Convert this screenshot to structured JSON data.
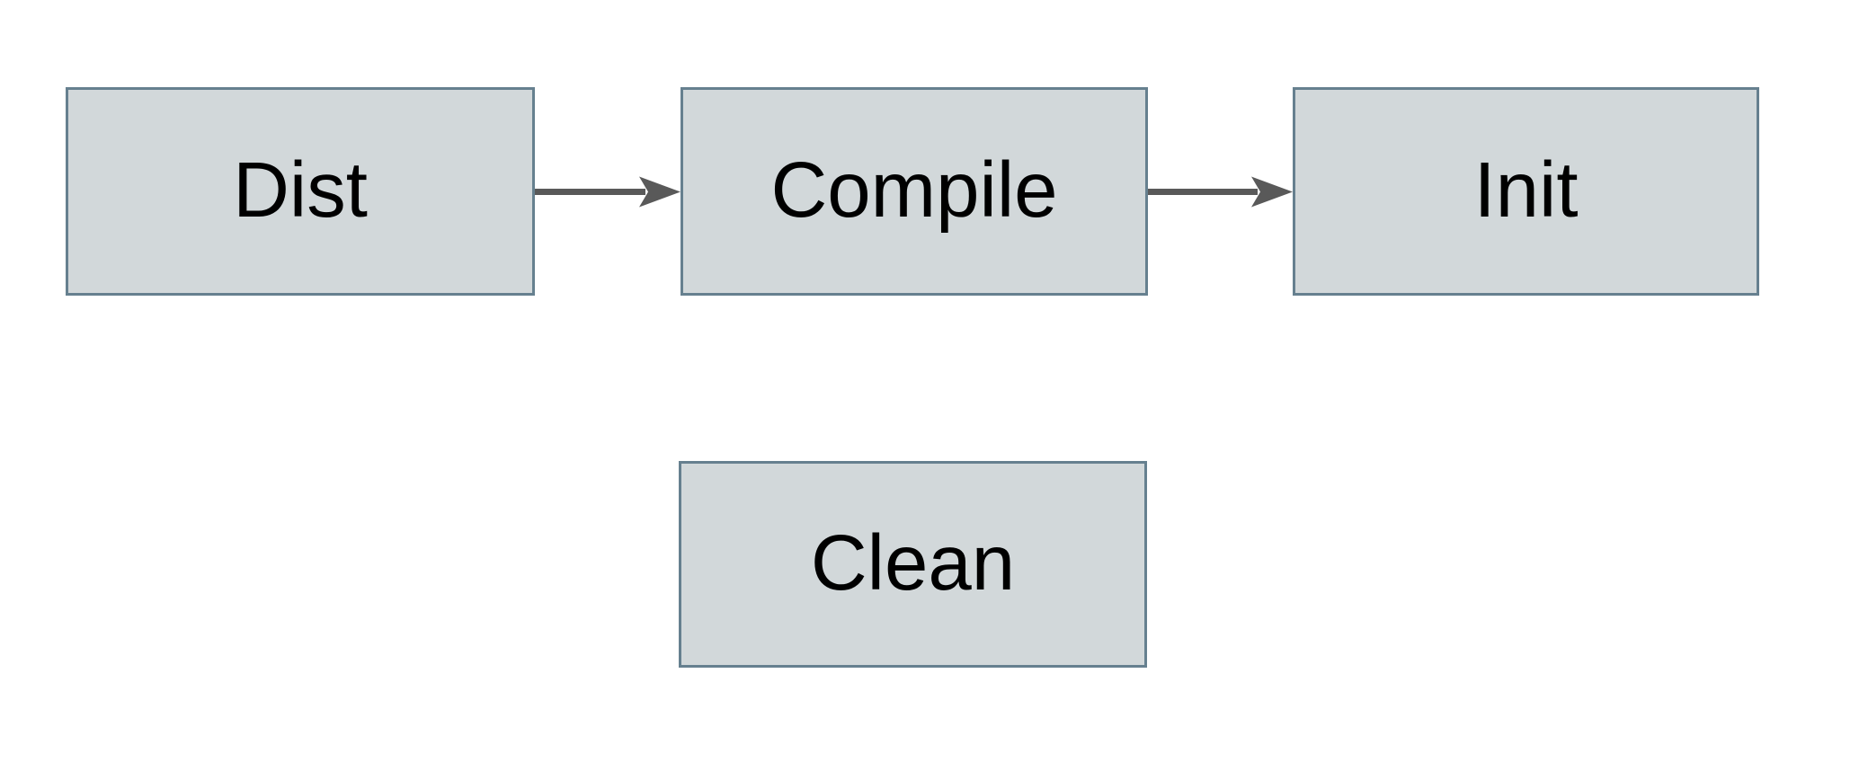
{
  "diagram": {
    "type": "flowchart",
    "nodes": [
      {
        "id": "dist",
        "label": "Dist"
      },
      {
        "id": "compile",
        "label": "Compile"
      },
      {
        "id": "init",
        "label": "Init"
      },
      {
        "id": "clean",
        "label": "Clean"
      }
    ],
    "edges": [
      {
        "from": "dist",
        "to": "compile",
        "style": "solid-arrow"
      },
      {
        "from": "compile",
        "to": "init",
        "style": "solid-arrow"
      }
    ]
  },
  "colors": {
    "node_fill": "#d2d8da",
    "node_border": "#66808f",
    "arrow": "#595959",
    "text": "#000000",
    "background": "#ffffff"
  }
}
